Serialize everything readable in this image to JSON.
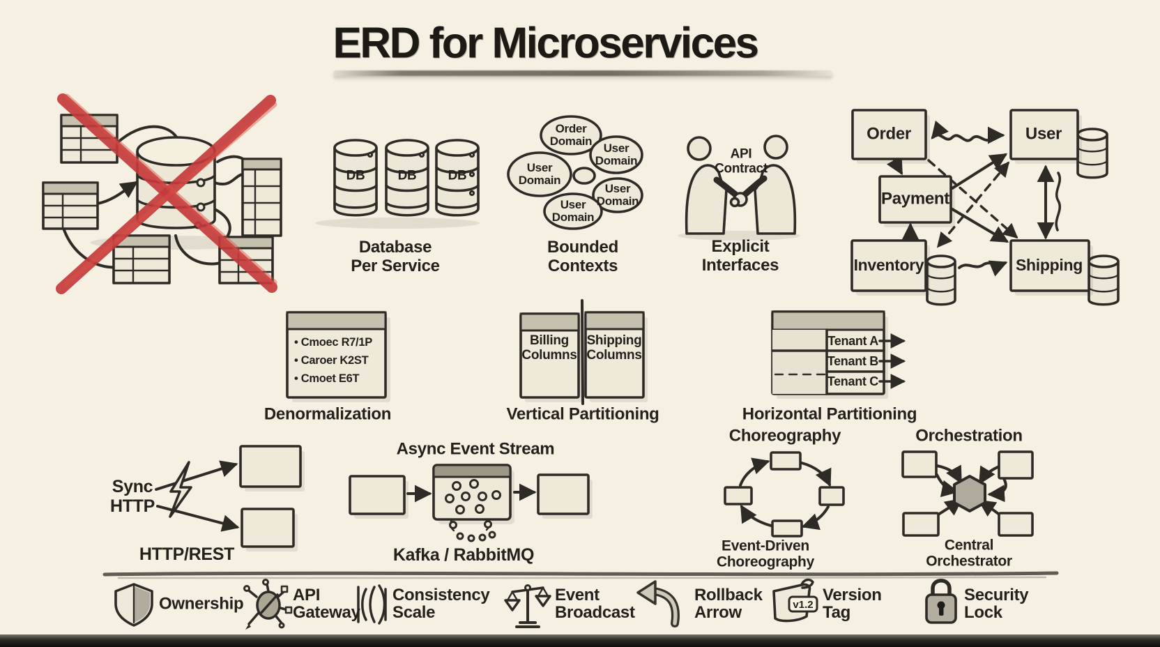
{
  "title": "ERD for Microservices",
  "colors": {
    "background": "#f5f0e1",
    "ink": "#2e2b26",
    "red_x": "#c43a3b",
    "panel_fill": "#eee9d9",
    "header_fill": "#c6c0af",
    "bottom_bar": "#0e0d0b"
  },
  "db_per_service": {
    "db_labels": [
      "DB",
      "DB",
      "DB"
    ],
    "caption": "Database\nPer Service"
  },
  "bounded_contexts": {
    "ovals": [
      "Order\nDomain",
      "User\nDomain",
      "User\nDomain",
      "User\nDomain",
      "User\nDomain"
    ],
    "caption": "Bounded\nContexts"
  },
  "explicit_interfaces": {
    "label": "API\nContract",
    "caption": "Explicit\nInterfaces"
  },
  "erd": {
    "order": "Order",
    "user": "User",
    "payment": "Payment",
    "inventory": "Inventory",
    "shipping": "Shipping"
  },
  "denormalization": {
    "items": [
      "• Cmoec R7/1P",
      "• Caroer K2ST",
      "• Cmoet E6T"
    ],
    "caption": "Denormalization"
  },
  "vertical_partitioning": {
    "left": "Billing\nColumns",
    "right": "Shipping\nColumns",
    "caption": "Vertical Partitioning"
  },
  "horizontal_partitioning": {
    "tenants": [
      "Tenant A",
      "Tenant B",
      "Tenant C"
    ],
    "caption": "Horizontal Partitioning"
  },
  "sync_http": {
    "label": "Sync\nHTTP",
    "caption": "HTTP/REST"
  },
  "async_stream": {
    "title": "Async Event Stream",
    "caption": "Kafka / RabbitMQ"
  },
  "choreography": {
    "title": "Choreography",
    "caption": "Event-Driven\nChoreography"
  },
  "orchestration": {
    "title": "Orchestration",
    "caption": "Central\nOrchestrator"
  },
  "legend": {
    "items": [
      {
        "icon": "shield-icon",
        "label": "Ownership"
      },
      {
        "icon": "api-gateway-icon",
        "label": "API\nGateway"
      },
      {
        "icon": "consistency-scale-icon",
        "label": "Consistency\nScale"
      },
      {
        "icon": "balance-scale-icon",
        "label": "Event\nBroadcast"
      },
      {
        "icon": "rollback-arrow-icon",
        "label": "Rollback\nArrow"
      },
      {
        "icon": "version-tag-icon",
        "label": "Version\nTag",
        "badge": "v1.2"
      },
      {
        "icon": "security-lock-icon",
        "label": "Security\nLock"
      }
    ]
  }
}
